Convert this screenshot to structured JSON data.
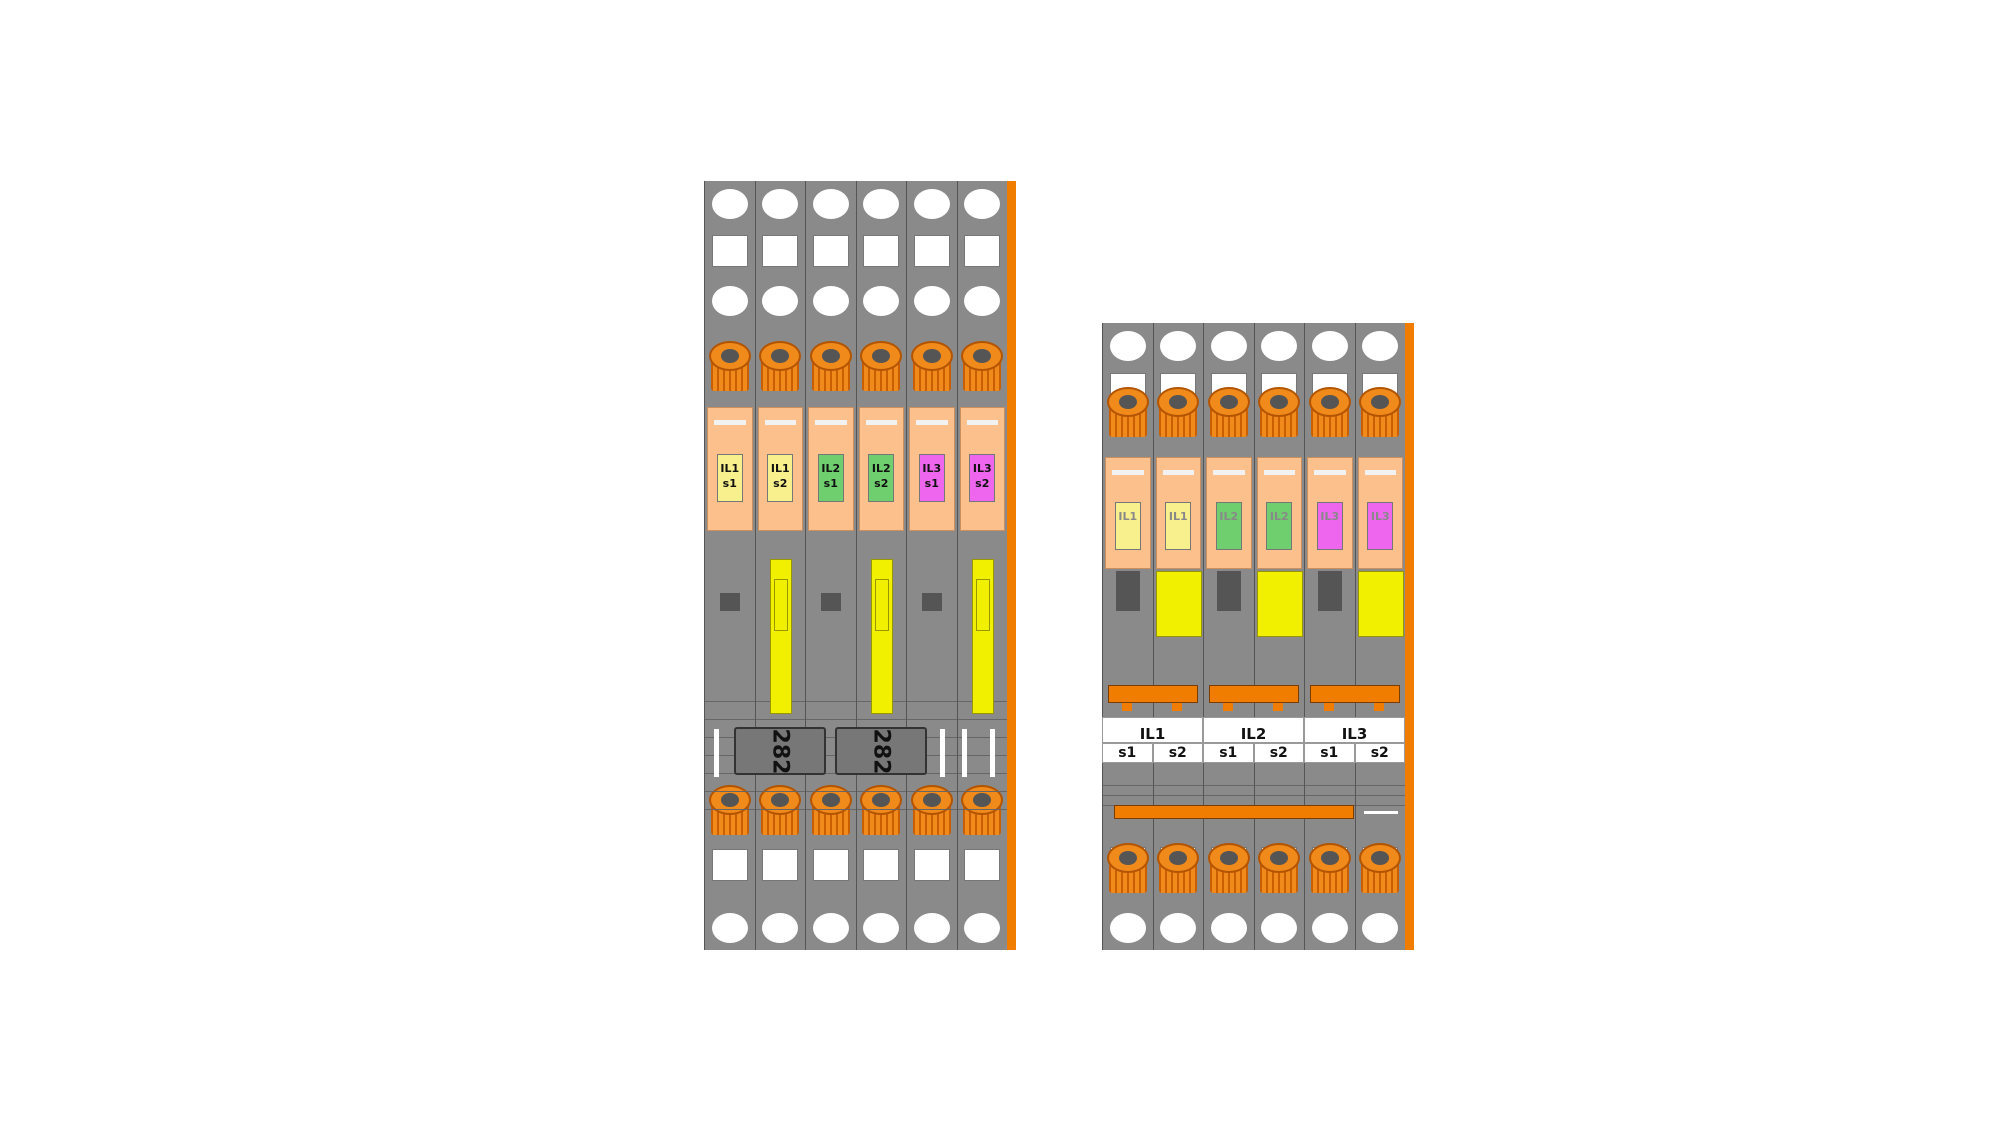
{
  "blockA": {
    "fuse_labels": [
      {
        "line1": "IL1",
        "line2": "s1",
        "color": "#f7f08c"
      },
      {
        "line1": "IL1",
        "line2": "s2",
        "color": "#f7f08c"
      },
      {
        "line1": "IL2",
        "line2": "s1",
        "color": "#6fcf6f"
      },
      {
        "line1": "IL2",
        "line2": "s2",
        "color": "#6fcf6f"
      },
      {
        "line1": "IL3",
        "line2": "s1",
        "color": "#ee66ee"
      },
      {
        "line1": "IL3",
        "line2": "s2",
        "color": "#ee66ee"
      }
    ],
    "markers": [
      "282",
      "282"
    ]
  },
  "blockB": {
    "fuse_labels": [
      {
        "line1": "IL1",
        "color": "#f7f08c"
      },
      {
        "line1": "IL1",
        "color": "#f7f08c"
      },
      {
        "line1": "IL2",
        "color": "#6fcf6f"
      },
      {
        "line1": "IL2",
        "color": "#6fcf6f"
      },
      {
        "line1": "IL3",
        "color": "#ee66ee"
      },
      {
        "line1": "IL3",
        "color": "#ee66ee"
      }
    ],
    "group_labels": [
      "IL1",
      "IL2",
      "IL3"
    ],
    "sub_labels": [
      "s1",
      "s2",
      "s1",
      "s2",
      "s1",
      "s2"
    ]
  },
  "colors": {
    "housing": "#8a8a8a",
    "accent": "#f07d00",
    "slot": "#f0f000"
  }
}
